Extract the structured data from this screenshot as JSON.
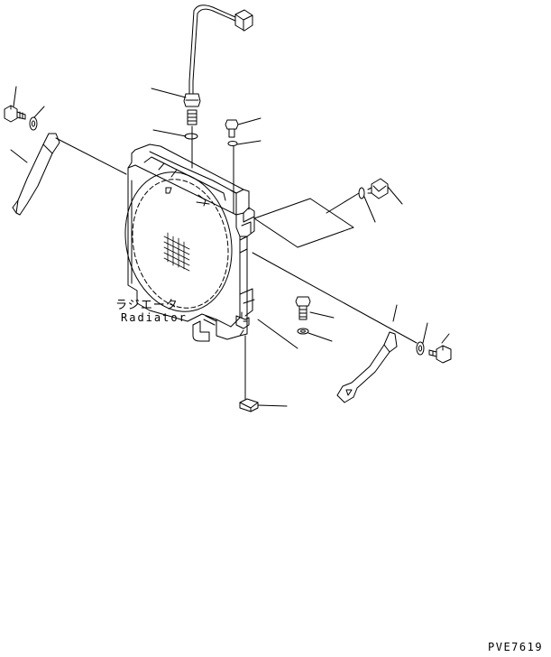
{
  "labels": {
    "part_jp": "ラジエータ",
    "part_en": "Radiator",
    "drawing_code": "PVE7619"
  }
}
